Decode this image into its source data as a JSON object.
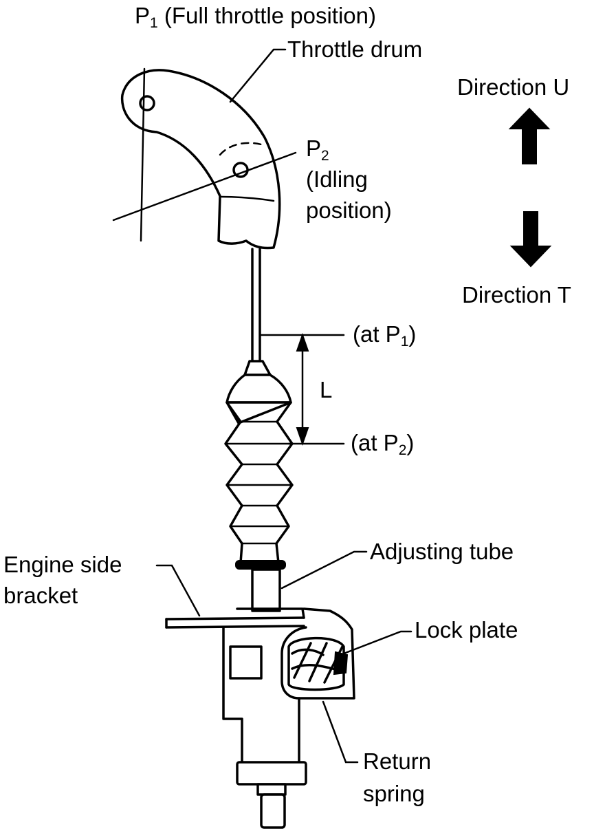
{
  "labels": {
    "p1_prefix": "P",
    "p1_sub": "1",
    "p1_text": " (Full throttle position)",
    "throttle_drum": "Throttle drum",
    "direction_u": "Direction U",
    "direction_t": "Direction T",
    "p2_prefix": "P",
    "p2_sub": "2",
    "idling_line1": "(Idling",
    "idling_line2": "position)",
    "at_p1_prefix": "(at P",
    "at_p1_sub": "1",
    "at_p1_suffix": ")",
    "dim_l": "L",
    "at_p2_prefix": "(at P",
    "at_p2_sub": "2",
    "at_p2_suffix": ")",
    "engine_side_line1": "Engine side",
    "engine_side_line2": "bracket",
    "adjusting_tube": "Adjusting tube",
    "lock_plate": "Lock plate",
    "return_line1": "Return",
    "return_line2": "spring"
  }
}
